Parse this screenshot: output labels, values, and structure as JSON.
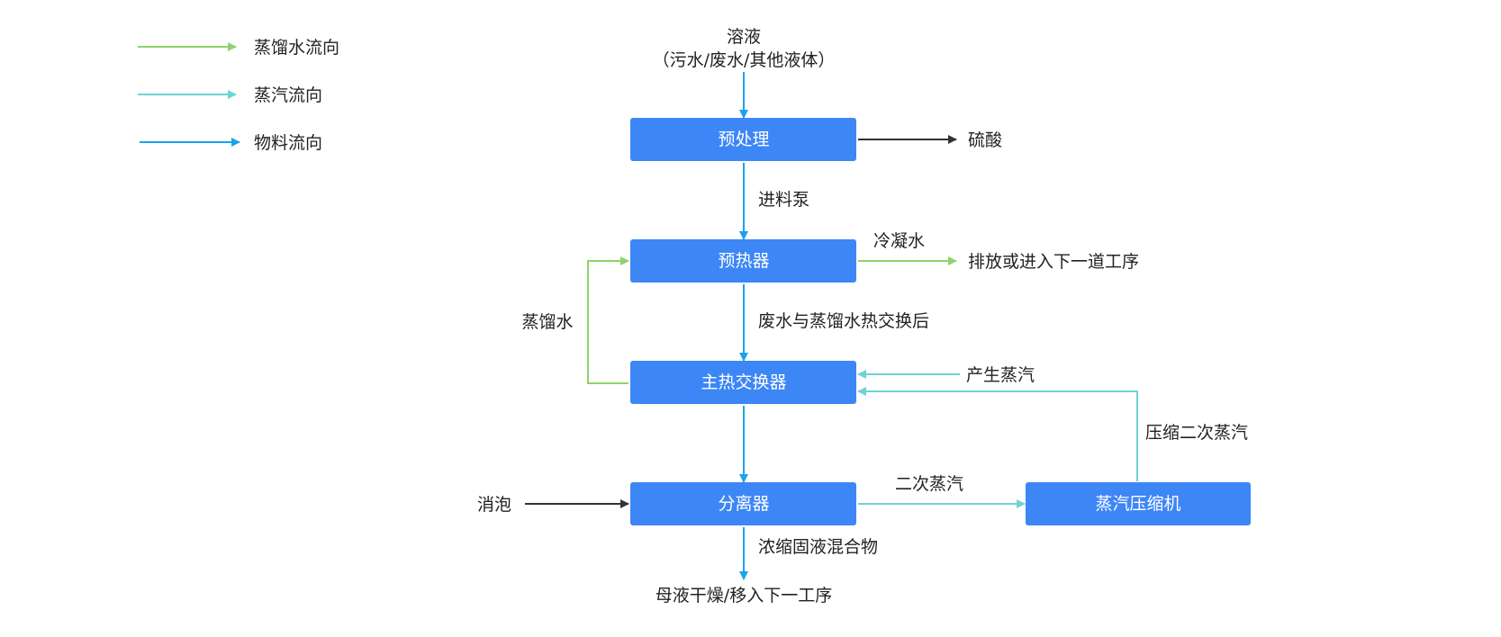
{
  "colors": {
    "node_fill": "#3d86f6",
    "distilled_water_flow": "#8fd46a",
    "steam_flow": "#6ed3d3",
    "material_flow": "#1aa3e8",
    "other_flow": "#333333",
    "text": "#222222"
  },
  "legend": {
    "distilled_water": "蒸馏水流向",
    "steam": "蒸汽流向",
    "material": "物料流向"
  },
  "nodes": {
    "pretreatment": "预处理",
    "preheater": "预热器",
    "main_exchanger": "主热交换器",
    "separator": "分离器",
    "compressor": "蒸汽压缩机"
  },
  "labels": {
    "input_title": "溶液",
    "input_sub": "（污水/废水/其他液体）",
    "sulfuric_acid": "硫酸",
    "feed_pump": "进料泵",
    "condensate": "冷凝水",
    "discharge": "排放或进入下一道工序",
    "distilled_water_return": "蒸馏水",
    "after_exchange": "废水与蒸馏水热交换后",
    "generated_steam": "产生蒸汽",
    "compressed_steam": "压缩二次蒸汽",
    "defoam": "消泡",
    "secondary_steam": "二次蒸汽",
    "concentrate": "浓缩固液混合物",
    "mother_liquor": "母液干燥/移入下一工序"
  }
}
